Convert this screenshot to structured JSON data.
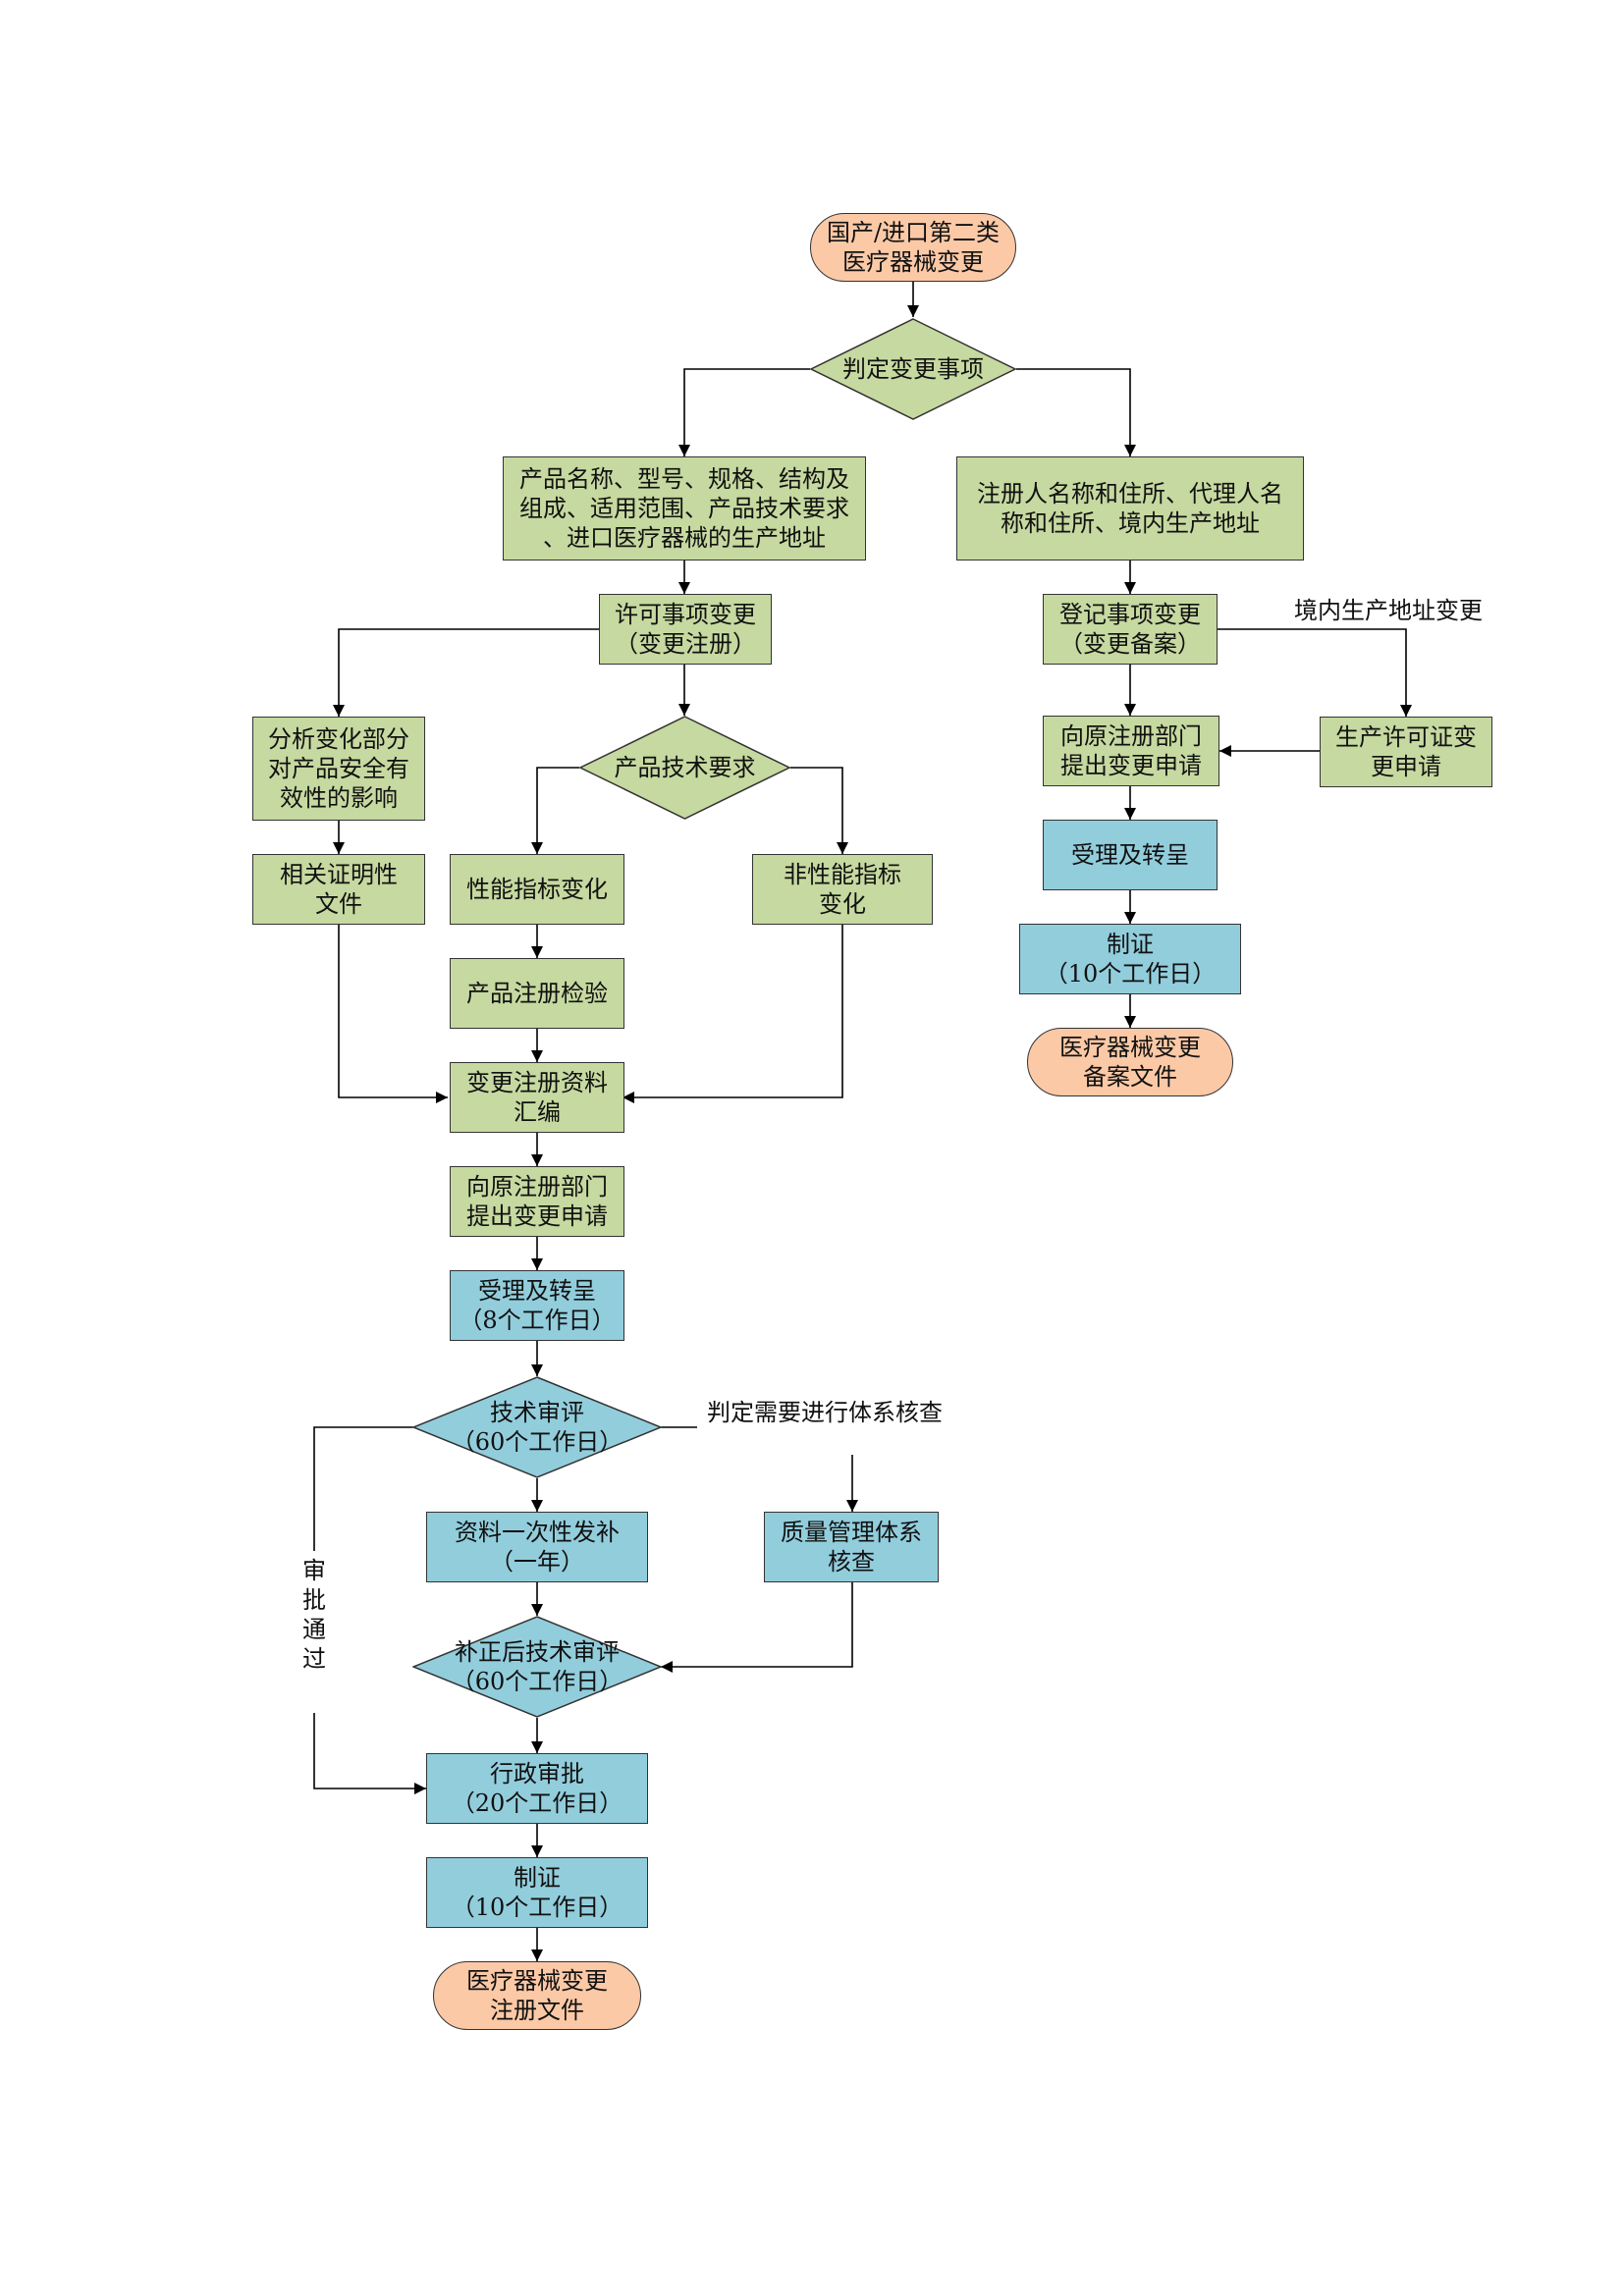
{
  "colors": {
    "process_green": "#c6d9a0",
    "process_blue": "#92cddc",
    "terminal_orange": "#fbc9a6",
    "line": "#000000"
  },
  "nodes": {
    "start": [
      "国产/进口第二类",
      "医疗器械变更"
    ],
    "decide_change": [
      "判定变更事项"
    ],
    "license_items": [
      "产品名称、型号、规格、结构及",
      "组成、适用范围、产品技术要求",
      "、进口医疗器械的生产地址"
    ],
    "registration_items": [
      "注册人名称和住所、代理人名",
      "称和住所、境内生产地址"
    ],
    "license_change": [
      "许可事项变更",
      "（变更注册）"
    ],
    "record_change": [
      "登记事项变更",
      "（变更备案）"
    ],
    "analyze_effect": [
      "分析变化部分",
      "对产品安全有",
      "效性的影响"
    ],
    "tech_req": [
      "产品技术要求"
    ],
    "proof_docs": [
      "相关证明性",
      "文件"
    ],
    "perf_change": [
      "性能指标变化"
    ],
    "nonperf_change": [
      "非性能指标",
      "变化"
    ],
    "inspection": [
      "产品注册检验"
    ],
    "compile": [
      "变更注册资料",
      "汇编"
    ],
    "apply_left": [
      "向原注册部门",
      "提出变更申请"
    ],
    "accept_left": [
      "受理及转呈",
      "（8个工作日）"
    ],
    "tech_review": [
      "技术审评",
      "（60个工作日）"
    ],
    "supplement": [
      "资料一次性发补",
      "（一年）"
    ],
    "qms_check": [
      "质量管理体系",
      "核查"
    ],
    "re_review": [
      "补正后技术审评",
      "（60个工作日）"
    ],
    "admin_approval": [
      "行政审批",
      "（20个工作日）"
    ],
    "cert_left": [
      "制证",
      "（10个工作日）"
    ],
    "end_left": [
      "医疗器械变更",
      "注册文件"
    ],
    "apply_right": [
      "向原注册部门",
      "提出变更申请"
    ],
    "license_change_request": [
      "生产许可证变",
      "更申请"
    ],
    "accept_right": [
      "受理及转呈"
    ],
    "cert_right": [
      "制证",
      "（10个工作日）"
    ],
    "end_right": [
      "医疗器械变更",
      "备案文件"
    ]
  },
  "edge_labels": {
    "domestic_address": [
      "境内生产",
      "地址变更"
    ],
    "qms_needed": [
      "判定需要进行",
      "体系核查"
    ],
    "approved": [
      "审",
      "批",
      "通",
      "过"
    ]
  }
}
